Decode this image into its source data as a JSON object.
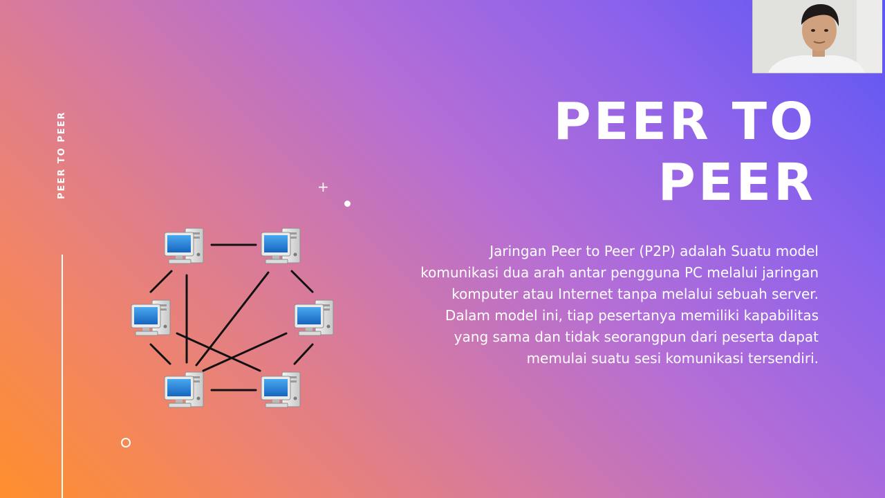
{
  "slide": {
    "side_label": "PEER TO PEER",
    "title_line1": "PEER TO",
    "title_line2": "PEER",
    "body": "Jaringan Peer to Peer (P2P) adalah Suatu model komunikasi dua arah antar pengguna PC melalui jaringan komputer atau Internet tanpa melalui sebuah server. Dalam model ini, tiap pesertanya memiliki kapabilitas yang sama dan tidak seorangpun dari peserta dapat memulai suatu sesi komunikasi tersendiri.",
    "deco_plus": "+"
  },
  "colors": {
    "gradient_start": "#ff8f2c",
    "gradient_mid": "#b46ed6",
    "gradient_end": "#5a57f4",
    "text": "#ffffff"
  },
  "diagram": {
    "nodes": [
      "pc-top-left",
      "pc-top-right",
      "pc-mid-left",
      "pc-mid-right",
      "pc-bottom-left",
      "pc-bottom-right"
    ]
  }
}
